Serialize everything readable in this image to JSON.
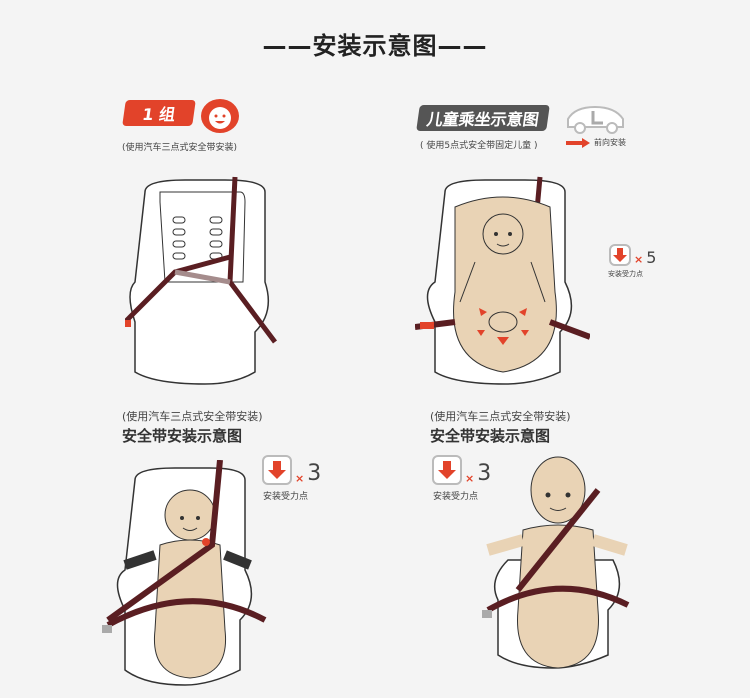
{
  "title": "——安装示意图——",
  "left_top": {
    "badge": "1 组",
    "subtitle": "(使用汽车三点式安全带安装)"
  },
  "right_top": {
    "badge": "儿童乘坐示意图",
    "subtitle": "( 使用5点式安全带固定儿童 )",
    "legend": "前向安装",
    "force_count": "5",
    "force_label": "安装受力点"
  },
  "left_bottom": {
    "subtitle": "(使用汽车三点式安全带安装)",
    "heading": "安全带安装示意图",
    "force_count": "3",
    "force_label": "安装受力点"
  },
  "right_bottom": {
    "subtitle": "(使用汽车三点式安全带安装)",
    "heading": "安全带安装示意图",
    "force_count": "3",
    "force_label": "安装受力点"
  },
  "times_sign": "×",
  "colors": {
    "accent": "#e2432a",
    "badge_dark": "#555555",
    "belt": "#5a1e22",
    "skin": "#e9d3b5"
  }
}
